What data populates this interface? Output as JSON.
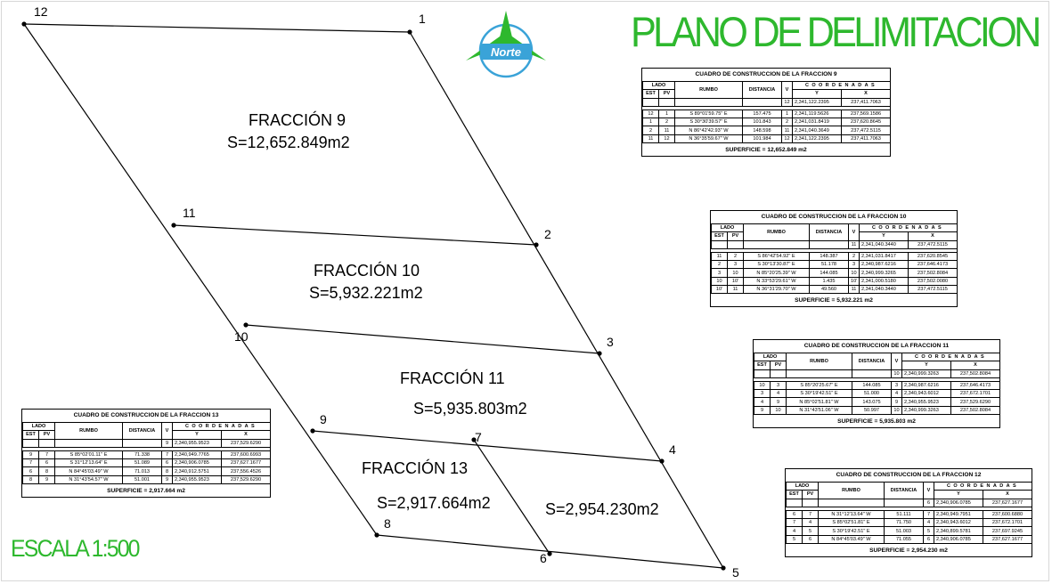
{
  "title": "PLANO DE DELIMITACION",
  "scale": "ESCALA 1:500",
  "north_label": "Norte",
  "colors": {
    "accent": "#2eb82e",
    "compass_blue": "#3aa3d8"
  },
  "plan": {
    "vertex_labels": [
      "1",
      "2",
      "3",
      "4",
      "5",
      "6",
      "7",
      "8",
      "9",
      "10",
      "11",
      "12"
    ],
    "fractions": [
      {
        "name": "FRACCIÓN 9",
        "area": "S=12,652.849m2"
      },
      {
        "name": "FRACCIÓN 10",
        "area": "S=5,932.221m2"
      },
      {
        "name": "FRACCIÓN 11",
        "area": "S=5,935.803m2"
      },
      {
        "name": "FRACCIÓN 13",
        "area": "S=2,917.664m2"
      },
      {
        "name": "",
        "area": "S=2,954.230m2"
      }
    ]
  },
  "headers": {
    "lado": "LADO",
    "est": "EST",
    "pv": "PV",
    "rumbo": "RUMBO",
    "distancia": "DISTANCIA",
    "v": "V",
    "coordenadas": "COORDENADAS",
    "y": "Y",
    "x": "X"
  },
  "tables": [
    {
      "title": "CUADRO DE CONSTRUCCION DE LA FRACCION 9",
      "start": {
        "v": "12",
        "y": "2,341,122.2395",
        "x": "237,411.7063"
      },
      "rows": [
        {
          "est": "12",
          "pv": "1",
          "rumbo": "S 89°01'59.75\" E",
          "dist": "157.475",
          "v": "1",
          "y": "2,341,119.5626",
          "x": "237,569.1586"
        },
        {
          "est": "1",
          "pv": "2",
          "rumbo": "S 30°30'39.57\" E",
          "dist": "101.843",
          "v": "2",
          "y": "2,341,031.8419",
          "x": "237,620.8645"
        },
        {
          "est": "2",
          "pv": "11",
          "rumbo": "N 86°42'42.93\" W",
          "dist": "148.598",
          "v": "11",
          "y": "2,341,040.3649",
          "x": "237,472.5115"
        },
        {
          "est": "11",
          "pv": "12",
          "rumbo": "N 36°35'59.67\" W",
          "dist": "101.984",
          "v": "12",
          "y": "2,341,122.2395",
          "x": "237,411.7063"
        }
      ],
      "surface": "SUPERFICIE = 12,652.849 m2"
    },
    {
      "title": "CUADRO DE CONSTRUCCION DE LA FRACCION 10",
      "start": {
        "v": "11",
        "y": "2,341,040.3440",
        "x": "237,472.5115"
      },
      "rows": [
        {
          "est": "11",
          "pv": "2",
          "rumbo": "S 86°42'54.92\" E",
          "dist": "148.387",
          "v": "2",
          "y": "2,341,031.8417",
          "x": "237,620.8545"
        },
        {
          "est": "2",
          "pv": "3",
          "rumbo": "S 30°13'30.87\" E",
          "dist": "51.178",
          "v": "3",
          "y": "2,340,987.6216",
          "x": "237,646.4173"
        },
        {
          "est": "3",
          "pv": "10",
          "rumbo": "N 85°20'25.39\" W",
          "dist": "144.085",
          "v": "10",
          "y": "2,340,999.3265",
          "x": "237,502.8084"
        },
        {
          "est": "10",
          "pv": "10'",
          "rumbo": "N 33°53'29.61\" W",
          "dist": "1.435",
          "v": "10'",
          "y": "2,341,000.5180",
          "x": "237,502.0080"
        },
        {
          "est": "10'",
          "pv": "11",
          "rumbo": "N 36°31'29.70\" W",
          "dist": "49.560",
          "v": "11",
          "y": "2,341,040.3440",
          "x": "237,472.5115"
        }
      ],
      "surface": "SUPERFICIE = 5,932.221 m2"
    },
    {
      "title": "CUADRO DE CONSTRUCCION DE LA FRACCION 11",
      "start": {
        "v": "10",
        "y": "2,340,999.3263",
        "x": "237,502.8084"
      },
      "rows": [
        {
          "est": "10",
          "pv": "3",
          "rumbo": "S 85°20'25.67\" E",
          "dist": "144.085",
          "v": "3",
          "y": "2,340,987.6216",
          "x": "237,646.4173"
        },
        {
          "est": "3",
          "pv": "4",
          "rumbo": "S 30°19'42.51\" E",
          "dist": "51.000",
          "v": "4",
          "y": "2,340,943.6012",
          "x": "237,672.1701"
        },
        {
          "est": "4",
          "pv": "9",
          "rumbo": "N 85°02'51.81\" W",
          "dist": "143.075",
          "v": "9",
          "y": "2,340,955.9523",
          "x": "237,529.6290"
        },
        {
          "est": "9",
          "pv": "10",
          "rumbo": "N 31°43'51.06\" W",
          "dist": "50.997",
          "v": "10",
          "y": "2,340,999.3263",
          "x": "237,502.8084"
        }
      ],
      "surface": "SUPERFICIE = 5,935.803 m2"
    },
    {
      "title": "CUADRO DE CONSTRUCCION DE LA FRACCION 12",
      "start": {
        "v": "6",
        "y": "2,340,906.0785",
        "x": "237,627.1677"
      },
      "rows": [
        {
          "est": "6",
          "pv": "7",
          "rumbo": "N 31°12'13.64\" W",
          "dist": "51.111",
          "v": "7",
          "y": "2,340,949.7951",
          "x": "237,600.6880"
        },
        {
          "est": "7",
          "pv": "4",
          "rumbo": "S 85°02'51.81\" E",
          "dist": "71.750",
          "v": "4",
          "y": "2,340,943.6012",
          "x": "237,672.1701"
        },
        {
          "est": "4",
          "pv": "5",
          "rumbo": "S 30°19'42.51\" E",
          "dist": "51.003",
          "v": "5",
          "y": "2,340,899.5781",
          "x": "237,697.9245"
        },
        {
          "est": "5",
          "pv": "6",
          "rumbo": "N 84°45'03.49\" W",
          "dist": "71.055",
          "v": "6",
          "y": "2,340,906.0785",
          "x": "237,627.1677"
        }
      ],
      "surface": "SUPERFICIE = 2,954.230 m2"
    },
    {
      "title": "CUADRO DE CONSTRUCCION DE LA FRACCION 13",
      "start": {
        "v": "9",
        "y": "2,340,955.9523",
        "x": "237,529.6290"
      },
      "rows": [
        {
          "est": "9",
          "pv": "7",
          "rumbo": "S 85°02'01.11\" E",
          "dist": "71.338",
          "v": "7",
          "y": "2,340,949.7765",
          "x": "237,600.6993"
        },
        {
          "est": "7",
          "pv": "6",
          "rumbo": "S 31°12'13.64\" E",
          "dist": "51.089",
          "v": "6",
          "y": "2,340,906.0785",
          "x": "237,627.1677"
        },
        {
          "est": "6",
          "pv": "8",
          "rumbo": "N 84°45'03.49\" W",
          "dist": "71.013",
          "v": "8",
          "y": "2,340,912.5751",
          "x": "237,556.4526"
        },
        {
          "est": "8",
          "pv": "9",
          "rumbo": "N 31°43'54.57\" W",
          "dist": "51.001",
          "v": "9",
          "y": "2,340,955.9523",
          "x": "237,529.6290"
        }
      ],
      "surface": "SUPERFICIE = 2,917.664 m2"
    }
  ]
}
